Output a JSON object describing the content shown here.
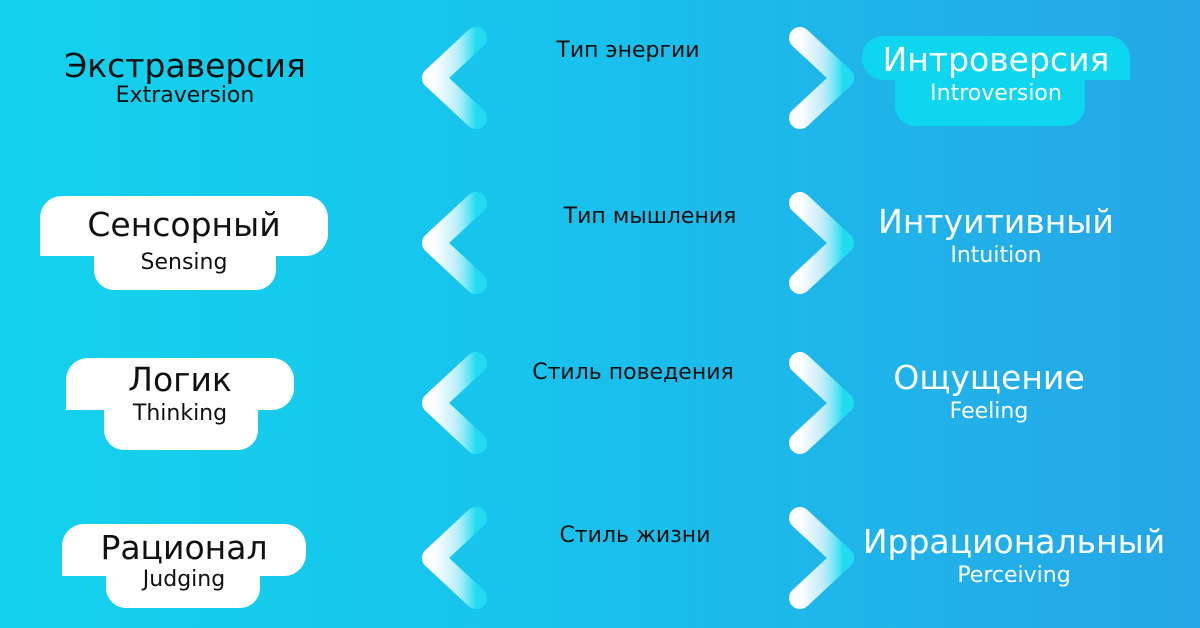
{
  "colors": {
    "background_left": "#14d2ec",
    "background_right": "#26a6e6",
    "arrow_left": "#ffffff",
    "arrow_right": "#21dcf1",
    "highlight_pill_white": "#ffffff",
    "highlight_pill_cyan": "#0fd6ef",
    "text_dark": "#111111",
    "text_light": "#ffffff"
  },
  "rows": [
    {
      "axis": "Тип энергии",
      "left": {
        "ru": "Экстраверсия",
        "en": "Extraversion",
        "highlighted": false
      },
      "right": {
        "ru": "Интроверсия",
        "en": "Introversion",
        "highlighted": true
      }
    },
    {
      "axis": "Тип мышления",
      "left": {
        "ru": "Сенсорный",
        "en": "Sensing",
        "highlighted": true
      },
      "right": {
        "ru": "Интуитивный",
        "en": "Intuition",
        "highlighted": false
      }
    },
    {
      "axis": "Стиль поведения",
      "left": {
        "ru": "Логик",
        "en": "Thinking",
        "highlighted": true
      },
      "right": {
        "ru": "Ощущение",
        "en": "Feeling",
        "highlighted": false
      }
    },
    {
      "axis": "Стиль жизни",
      "left": {
        "ru": "Рационал",
        "en": "Judging",
        "highlighted": true
      },
      "right": {
        "ru": "Иррациональный",
        "en": "Perceiving",
        "highlighted": false
      }
    }
  ]
}
